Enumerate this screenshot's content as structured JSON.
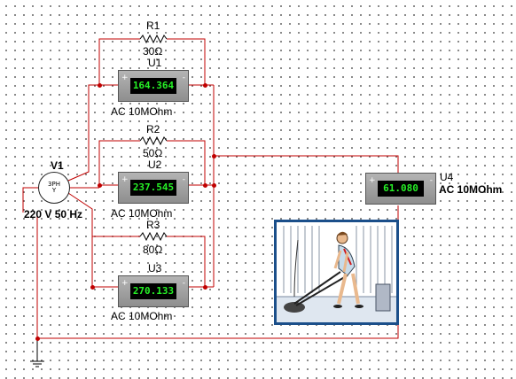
{
  "source": {
    "name": "V1",
    "rating": "220 V 50 Hz",
    "symbol_line1": "3PH",
    "symbol_line2": "Y"
  },
  "resistors": [
    {
      "name": "R1",
      "value": "30Ω"
    },
    {
      "name": "R2",
      "value": "50Ω"
    },
    {
      "name": "R3",
      "value": "80Ω"
    }
  ],
  "meters": [
    {
      "name": "U1",
      "reading": "164.364",
      "mode": "AC  10MOhm",
      "pin_plus": "+",
      "pin_minus": "-"
    },
    {
      "name": "U2",
      "reading": "237.545",
      "mode": "AC  10MOhm",
      "pin_plus": "+",
      "pin_minus": "-"
    },
    {
      "name": "U3",
      "reading": "270.133",
      "mode": "AC  10MOhm",
      "pin_plus": "+",
      "pin_minus": "-"
    },
    {
      "name": "U4",
      "reading": "61.080",
      "mode": "AC  10MOhm",
      "pin_plus": "+",
      "pin_minus": "-"
    }
  ],
  "colors": {
    "wire": "#c00000",
    "component": "#000000",
    "display_bg": "#000000",
    "display_text": "#26f026",
    "picture_border": "#1b4f8a"
  },
  "icons": [
    "ground-icon",
    "resistor-icon",
    "three-phase-source-icon",
    "voltmeter-icon",
    "cleaning-person-picture"
  ]
}
